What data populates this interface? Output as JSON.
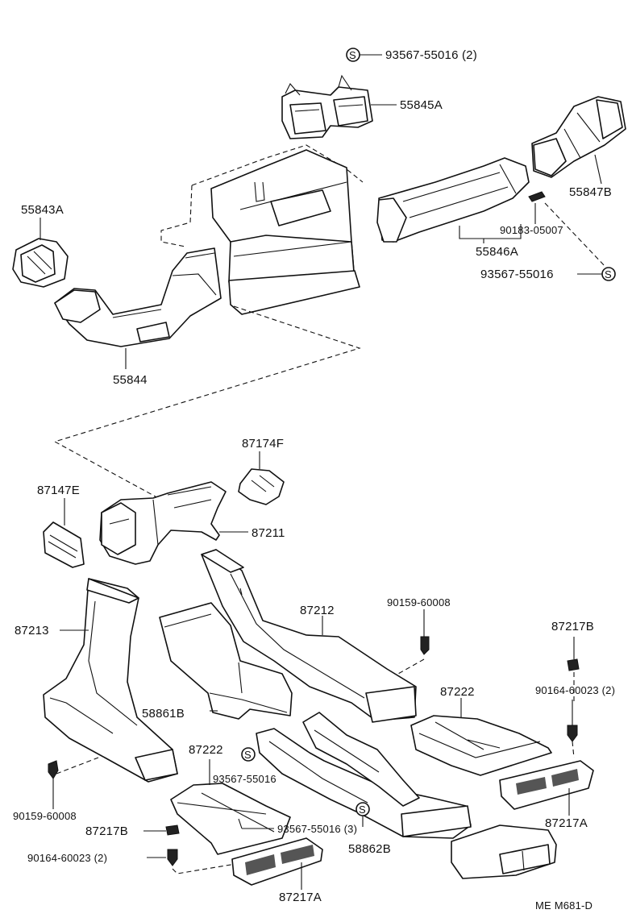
{
  "labels": {
    "p_93567_55016_top": "93567-55016 (2)",
    "p_55845A": "55845A",
    "p_55847B": "55847B",
    "p_55843A": "55843A",
    "p_90183_05007": "90183-05007",
    "p_55846A": "55846A",
    "p_93567_55016_right": "93567-55016",
    "p_55844": "55844",
    "p_87174F": "87174F",
    "p_87147E": "87147E",
    "p_87211": "87211",
    "p_87212": "87212",
    "p_90159_60008_right": "90159-60008",
    "p_87213": "87213",
    "p_87217B_right": "87217B",
    "p_90164_60023_right": "90164-60023 (2)",
    "p_87222_right": "87222",
    "p_58861B": "58861B",
    "p_87222_left": "87222",
    "p_93567_55016_mid": "93567-55016",
    "p_90159_60008_left": "90159-60008",
    "p_87217B_left": "87217B",
    "p_93567_55016_3": "93567-55016 (3)",
    "p_90164_60023_left": "90164-60023 (2)",
    "p_58862B": "58862B",
    "p_87217A_right": "87217A",
    "p_87217A_left": "87217A",
    "p_code": "ME  M681-D"
  },
  "symbols": {
    "clip_mark": "S"
  }
}
